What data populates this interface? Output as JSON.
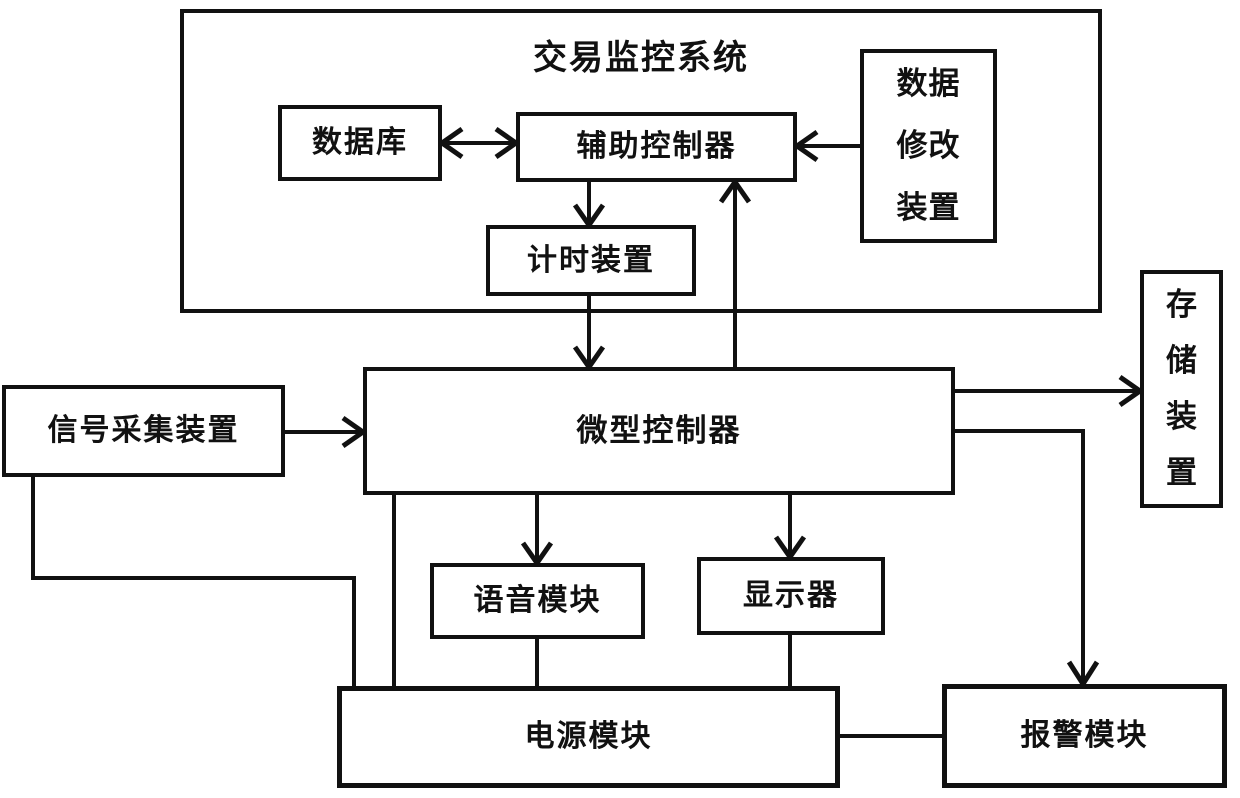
{
  "diagram": {
    "type": "block-diagram",
    "system_box_title": "交易监控系统",
    "nodes": {
      "database": {
        "label": "数据库"
      },
      "auxiliary_controller": {
        "label": "辅助控制器"
      },
      "timing_device": {
        "label": "计时装置"
      },
      "data_modification_device": {
        "label": "数据修改装置"
      },
      "signal_acquisition_device": {
        "label": "信号采集装置"
      },
      "microcontroller": {
        "label": "微型控制器"
      },
      "storage_device": {
        "label": "存储装置"
      },
      "voice_module": {
        "label": "语音模块"
      },
      "display": {
        "label": "显示器"
      },
      "power_module": {
        "label": "电源模块"
      },
      "alarm_module": {
        "label": "报警模块"
      }
    },
    "connections": [
      {
        "from": "database",
        "to": "auxiliary_controller",
        "style": "double-arrow"
      },
      {
        "from": "data_modification_device",
        "to": "auxiliary_controller",
        "style": "arrow"
      },
      {
        "from": "auxiliary_controller",
        "to": "timing_device",
        "style": "arrow"
      },
      {
        "from": "timing_device",
        "to": "microcontroller",
        "style": "arrow"
      },
      {
        "from": "microcontroller",
        "to": "auxiliary_controller",
        "style": "arrow"
      },
      {
        "from": "signal_acquisition_device",
        "to": "microcontroller",
        "style": "arrow"
      },
      {
        "from": "microcontroller",
        "to": "storage_device",
        "style": "arrow"
      },
      {
        "from": "microcontroller",
        "to": "alarm_module",
        "style": "arrow-elbow"
      },
      {
        "from": "microcontroller",
        "to": "voice_module",
        "style": "arrow"
      },
      {
        "from": "microcontroller",
        "to": "display",
        "style": "arrow"
      },
      {
        "from": "microcontroller",
        "to": "power_module",
        "style": "line"
      },
      {
        "from": "signal_acquisition_device",
        "to": "power_module",
        "style": "line-elbow"
      },
      {
        "from": "voice_module",
        "to": "power_module",
        "style": "line"
      },
      {
        "from": "display",
        "to": "power_module",
        "style": "line"
      },
      {
        "from": "power_module",
        "to": "alarm_module",
        "style": "line"
      }
    ],
    "colors": {
      "line": "#111111",
      "text": "#111111",
      "background": "#ffffff"
    }
  }
}
